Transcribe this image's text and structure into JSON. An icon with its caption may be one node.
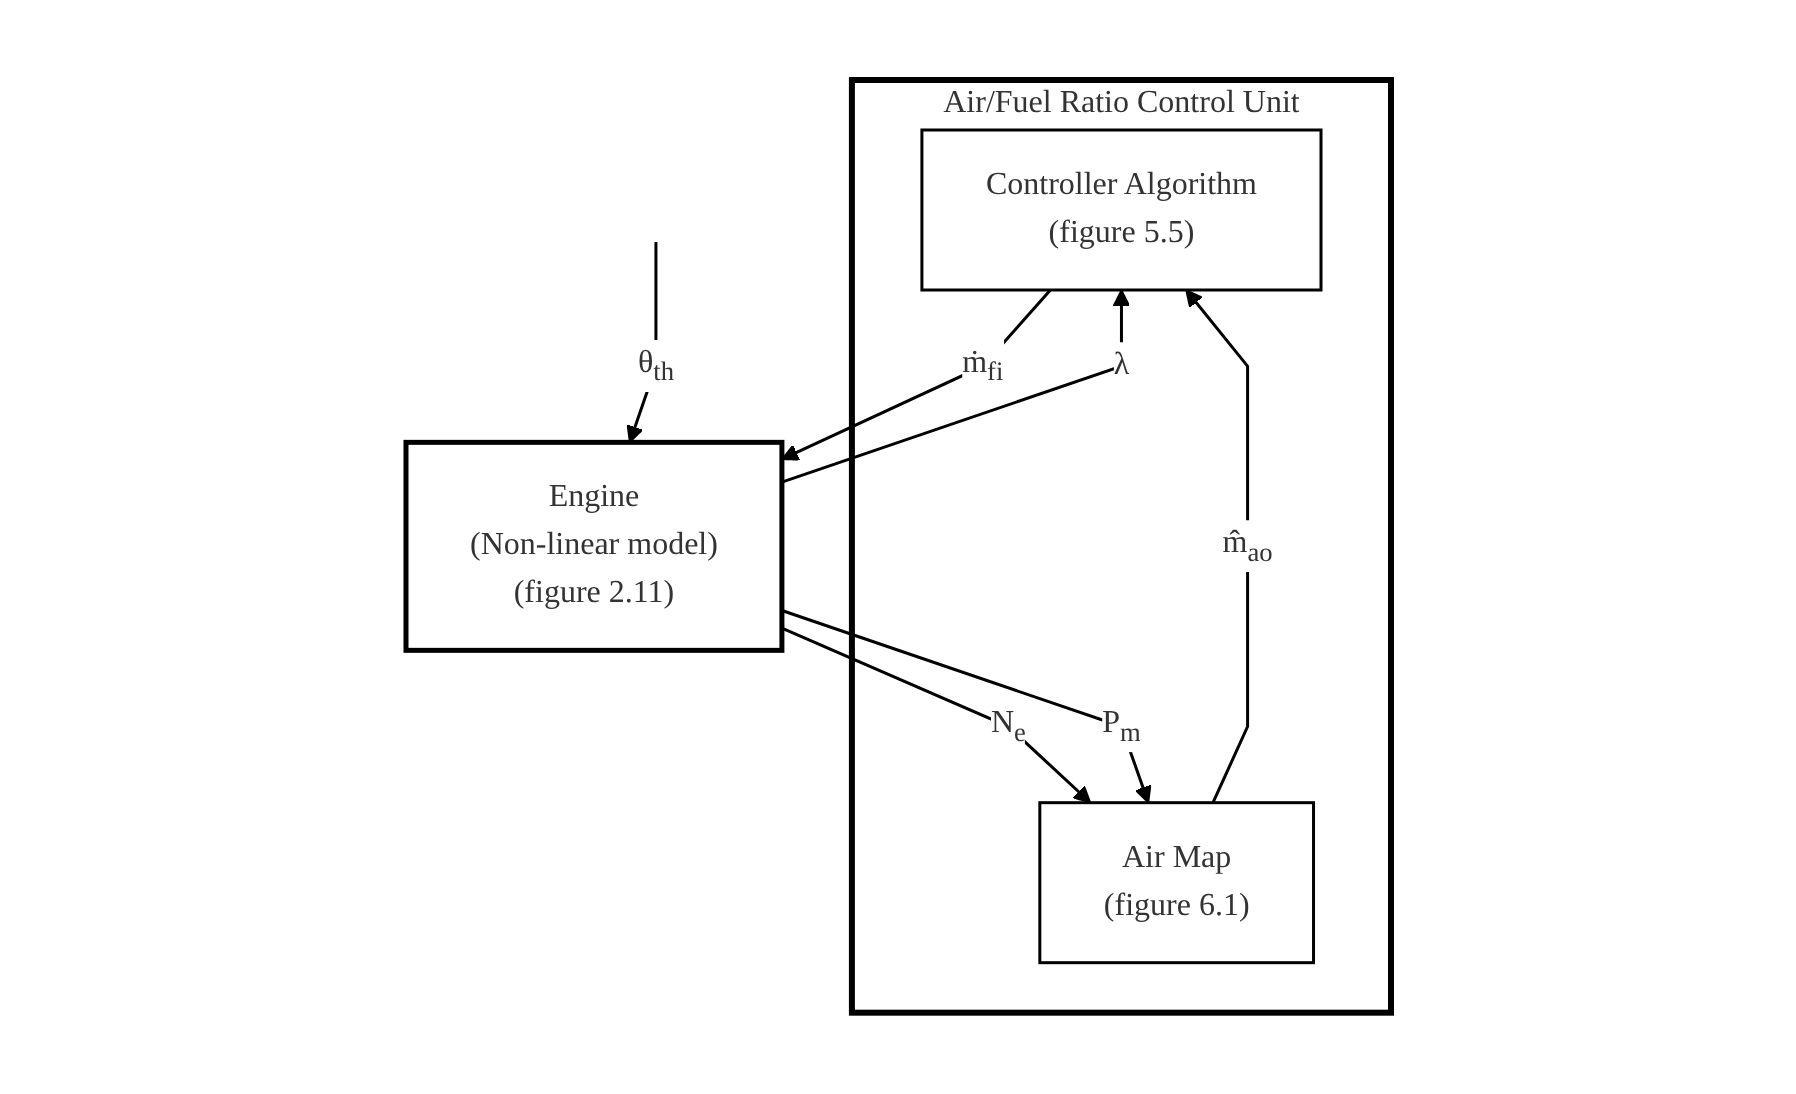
{
  "diagram": {
    "nodes": [
      {
        "text": [
          "Air/Fuel Ratio Control Unit"
        ]
      },
      {
        "text": [
          "Controller Algorithm",
          "(figure 5.5)"
        ],
        "in": 0
      },
      {
        "text": [
          "Air Map",
          "(figure 6.1)"
        ],
        "in": 0
      },
      {
        "text": [
          "Engine",
          "(Non-linear model)",
          "(figure 2.11)"
        ]
      }
    ],
    "edges": [
      {
        "from": 2,
        "to": 1,
        "arrow": "to",
        "label": "m̂$_{ao}$"
      },
      {
        "from": 1,
        "to": 3,
        "arrow": "to",
        "label": "ṁ$_{fi}$"
      },
      {
        "from": null,
        "to": 3,
        "arrow": "to",
        "label": "θ$_{th}$"
      },
      {
        "from": 3,
        "to": 1,
        "arrow": "to",
        "label": "λ"
      },
      {
        "from": 3,
        "to": 2,
        "arrow": "to",
        "label": "N$_{e}$"
      },
      {
        "from": 3,
        "to": 2,
        "arrow": "to",
        "label": "P$_{m}$"
      }
    ]
  }
}
